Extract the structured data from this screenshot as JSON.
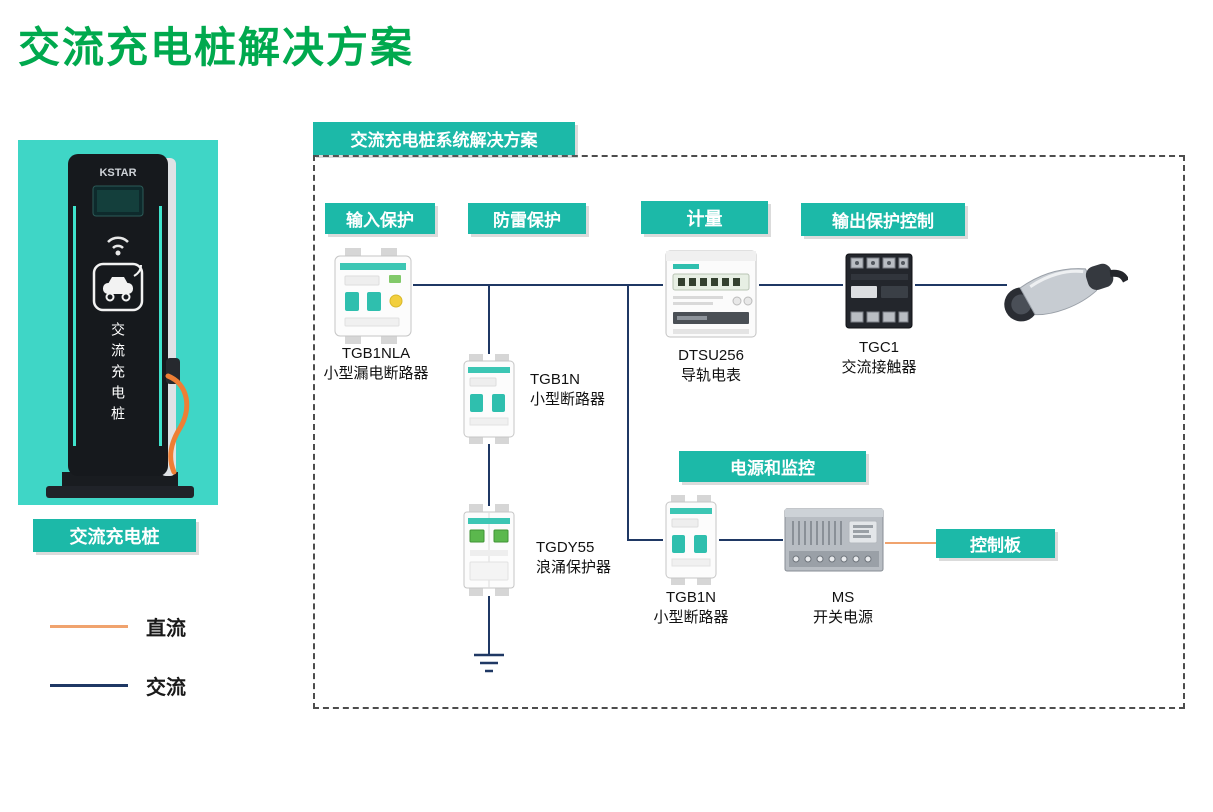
{
  "title": "交流充电桩解决方案",
  "product": {
    "badge": "交流充电桩",
    "brand": "KSTAR",
    "vertical_text": "交流充电桩"
  },
  "legend": {
    "dc": {
      "label": "直流",
      "color": "#F0A36E"
    },
    "ac": {
      "label": "交流",
      "color": "#1F3864"
    }
  },
  "diagram": {
    "header": "交流充电桩系统解决方案",
    "badges": {
      "input": "输入保护",
      "lightning": "防雷保护",
      "metering": "计量",
      "output": "输出保护控制",
      "power_monitor": "电源和监控",
      "control_board": "控制板"
    },
    "components": {
      "tgb1nla": {
        "model": "TGB1NLA",
        "desc": "小型漏电断路器"
      },
      "tgb1n_top": {
        "model": "TGB1N",
        "desc": "小型断路器"
      },
      "tgdy55": {
        "model": "TGDY55",
        "desc": "浪涌保护器"
      },
      "dtsu256": {
        "model": "DTSU256",
        "desc": "导轨电表"
      },
      "tgc1": {
        "model": "TGC1",
        "desc": "交流接触器"
      },
      "tgb1n_bottom": {
        "model": "TGB1N",
        "desc": "小型断路器"
      },
      "ms": {
        "model": "MS",
        "desc": "开关电源"
      }
    },
    "colors": {
      "ac_line": "#1F3864",
      "dc_line": "#F0A36E",
      "badge_teal": "#1CB9A8",
      "title_green": "#00A94E",
      "photo_background": "#3FD6C6"
    }
  }
}
